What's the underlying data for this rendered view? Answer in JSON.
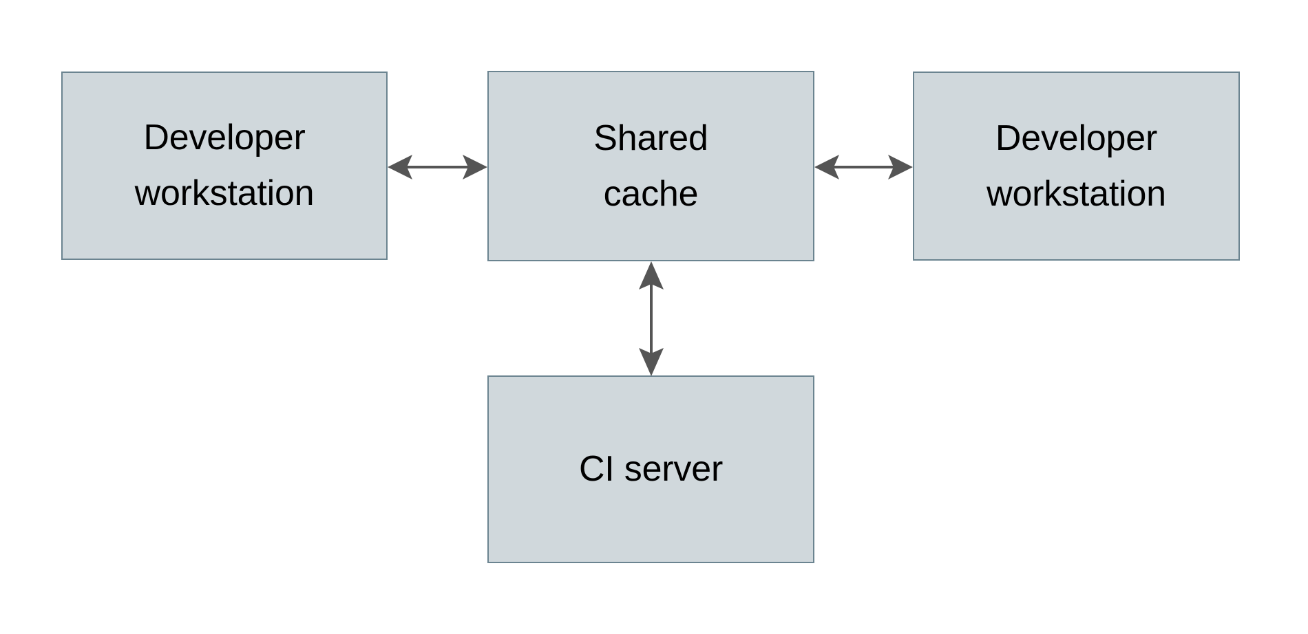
{
  "diagram": {
    "type": "block-diagram",
    "background_color": "#ffffff",
    "node_fill_color": "#d0d8dc",
    "node_border_color": "#6b8490",
    "edge_color": "#555555",
    "text_color": "#000000",
    "nodes": [
      {
        "id": "dev-left",
        "label": "Developer\nworkstation"
      },
      {
        "id": "shared",
        "label": "Shared\ncache"
      },
      {
        "id": "dev-right",
        "label": "Developer\nworkstation"
      },
      {
        "id": "ci",
        "label": "CI server"
      }
    ],
    "edges": [
      {
        "id": "left-shared",
        "from": "dev-left",
        "to": "shared",
        "arrow": "double",
        "orientation": "horizontal"
      },
      {
        "id": "shared-right",
        "from": "shared",
        "to": "dev-right",
        "arrow": "double",
        "orientation": "horizontal"
      },
      {
        "id": "shared-ci",
        "from": "shared",
        "to": "ci",
        "arrow": "double",
        "orientation": "vertical"
      }
    ]
  }
}
